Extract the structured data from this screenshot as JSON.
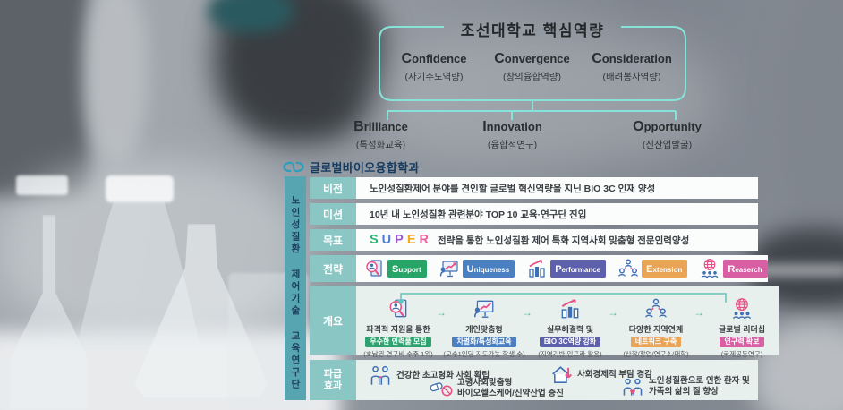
{
  "competency": {
    "title": "조선대학교 핵심역량",
    "top": [
      {
        "initial": "C",
        "rest": "onfidence",
        "korean": "(자기주도역량)"
      },
      {
        "initial": "C",
        "rest": "onvergence",
        "korean": "(창의융합역량)"
      },
      {
        "initial": "C",
        "rest": "onsideration",
        "korean": "(배려봉사역량)"
      }
    ],
    "bottom": [
      {
        "initial": "B",
        "rest": "rilliance",
        "korean": "(특성화교육)"
      },
      {
        "initial": "I",
        "rest": "nnovation",
        "korean": "(융합적연구)"
      },
      {
        "initial": "O",
        "rest": "pportunity",
        "korean": "(신산업발굴)"
      }
    ],
    "line_color": "#86e3d9"
  },
  "department": {
    "name": "글로벌바이오융합학과"
  },
  "sidebar": {
    "label": "노인성질환 제어기술 교육연구단",
    "bg_color": "#57a5b1"
  },
  "rows": {
    "vision": {
      "label": "비전",
      "text": "노인성질환제어 분야를 견인할 글로벌 혁신역량을 지닌 BIO 3C 인재 양성"
    },
    "mission": {
      "label": "미션",
      "text": "10년 내 노인성질환 관련분야 TOP 10 교육·연구단 진입"
    },
    "goal": {
      "label": "목표",
      "letters": [
        {
          "ch": "S",
          "color": "#2bb573"
        },
        {
          "ch": "U",
          "color": "#4a7fd9"
        },
        {
          "ch": "P",
          "color": "#9b59d0"
        },
        {
          "ch": "E",
          "color": "#f5a81c"
        },
        {
          "ch": "R",
          "color": "#f0609e"
        }
      ],
      "text": "전략을 통한 노인성질환 제어 특화 지역사회 맞춤형 전문인력양성"
    },
    "strategy": {
      "label": "전략",
      "items": [
        {
          "initial": "S",
          "rest": "upport",
          "color": "#27a567"
        },
        {
          "initial": "U",
          "rest": "niqueness",
          "color": "#4a7fc1"
        },
        {
          "initial": "P",
          "rest": "erformance",
          "color": "#5d60aa"
        },
        {
          "initial": "E",
          "rest": "xtension",
          "color": "#e9a455"
        },
        {
          "initial": "R",
          "rest": "easerch",
          "color": "#d85fa4"
        }
      ]
    },
    "overview": {
      "label": "개요",
      "arrow": "→",
      "items": [
        {
          "line1": "파격적 지원을 통한",
          "badge": "우수한 인력풀 모집",
          "color": "#2ea36f",
          "line3": "(호남권 연구비 수주 1위)"
        },
        {
          "line1": "개인맞춤형",
          "badge": "차별화/특성화교육",
          "color": "#4a7fc1",
          "line3": "(교수1인당 지도가능 학생 수)"
        },
        {
          "line1": "실무해결력 및",
          "badge": "BIO 3C역량 강화",
          "color": "#5d60aa",
          "line3": "(지역기반 인프라 활용)"
        },
        {
          "line1": "다양한 지역연계",
          "badge": "네트워크 구축",
          "color": "#e9a455",
          "line3": "(산학/창업/연구소/대학)"
        },
        {
          "line1": "글로벌 리더십",
          "badge": "연구력 확보",
          "color": "#d85fa4",
          "line3": "(국제공동연구)"
        }
      ]
    },
    "effects": {
      "label": "파급효과",
      "items": [
        {
          "line1": "건강한 초고령화 사회 확립",
          "line2": ""
        },
        {
          "line1": "고령사회맞춤형",
          "line2": "바이오헬스케어/신약산업 증진"
        },
        {
          "line1": "사회경제적 부담 경감",
          "line2": ""
        },
        {
          "line1": "노인성질환으로 인한 환자 및",
          "line2": "가족의 삶의 질 향상"
        }
      ]
    }
  },
  "colors": {
    "label_cell": "#89c6c4",
    "mint_panel": "#e7f0ed",
    "icon_blue": "#3f6fb5",
    "icon_pink": "#e94f86",
    "accent_teal": "#86e3d9"
  }
}
